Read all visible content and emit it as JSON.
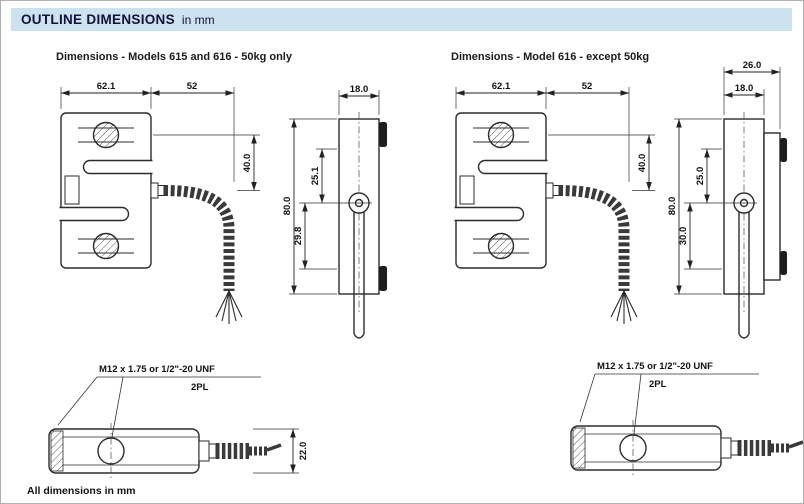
{
  "header": {
    "title": "OUTLINE DIMENSIONS",
    "subtitle": "in mm"
  },
  "footer_note": "All dimensions in mm",
  "left": {
    "title": "Dimensions - Models 615 and 616 - 50kg only",
    "front": {
      "body_width": "62.1",
      "cable_extent": "52",
      "hole_to_cable": "40.0"
    },
    "side": {
      "thickness": "18.0",
      "overall_height": "80.0",
      "top_to_pin": "25.1",
      "pin_to_bottom": "29.8"
    },
    "bottom": {
      "thread_spec": "M12 x 1.75 or 1/2\"-20 UNF",
      "places": "2PL",
      "body_height": "22.0"
    }
  },
  "right": {
    "title": "Dimensions - Model 616 - except 50kg",
    "front": {
      "body_width": "62.1",
      "cable_extent": "52",
      "hole_to_cable": "40.0"
    },
    "side": {
      "overall_width": "26.0",
      "thickness": "18.0",
      "overall_height": "80.0",
      "top_to_pin": "25.0",
      "pin_to_bottom": "30.0"
    },
    "bottom": {
      "thread_spec": "M12 x 1.75 or 1/2\"-20 UNF",
      "places": "2PL"
    }
  }
}
